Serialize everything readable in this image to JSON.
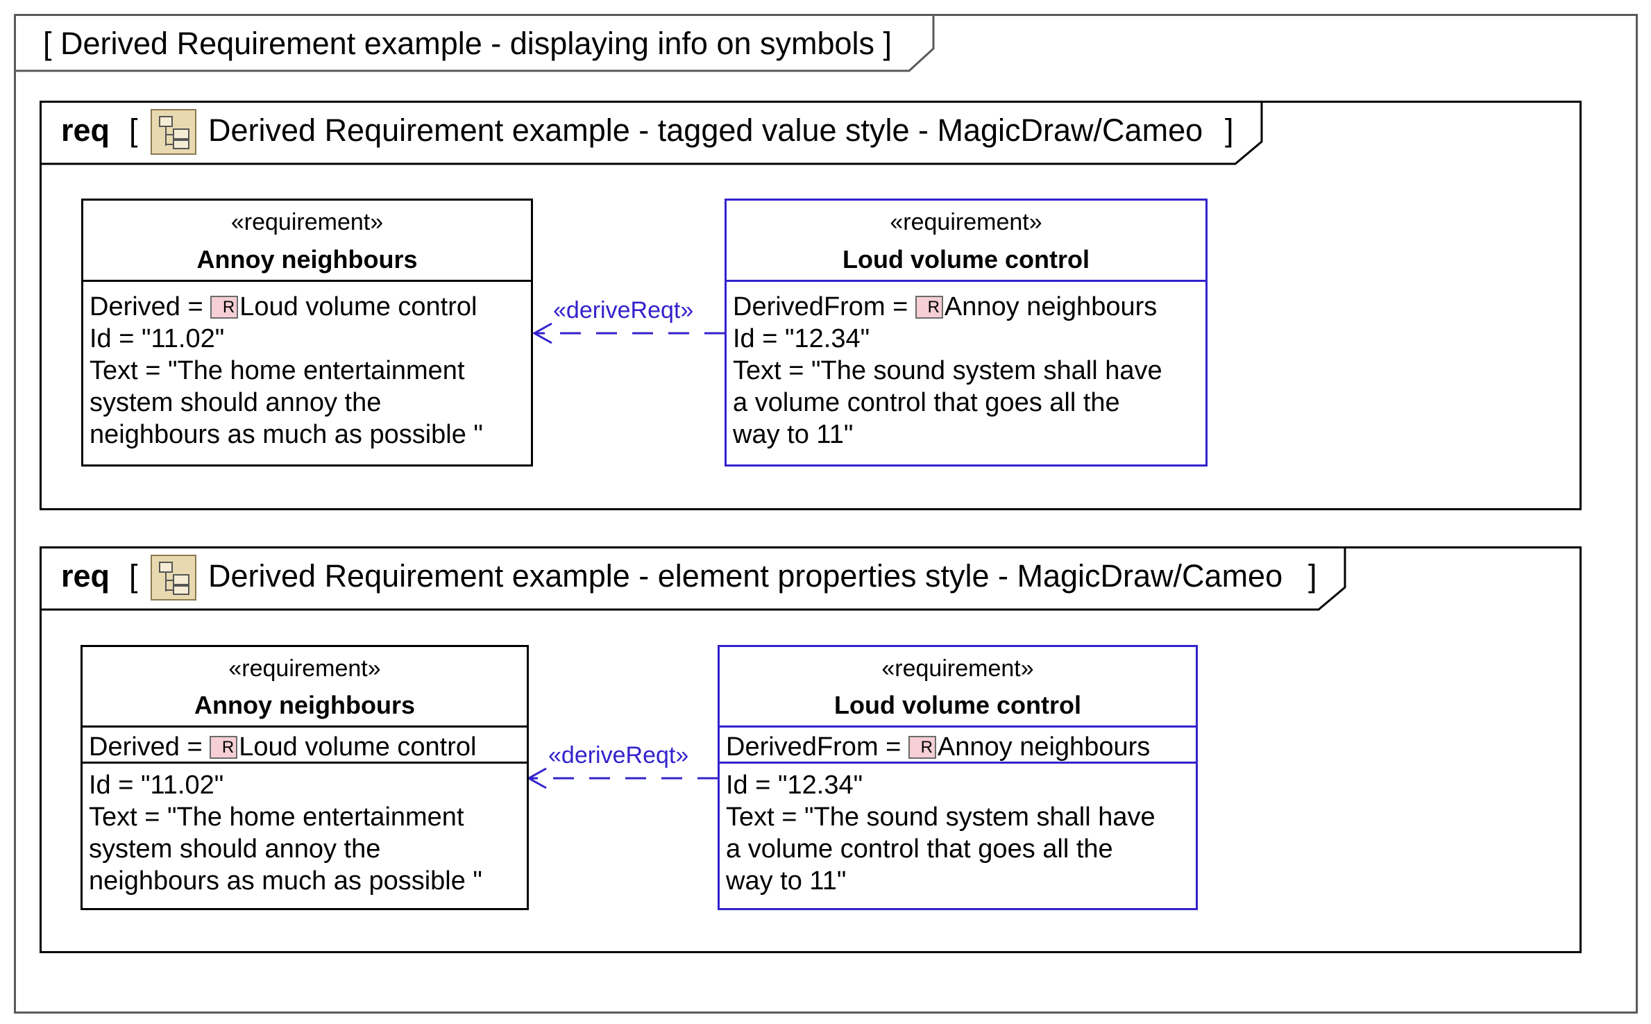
{
  "outer": {
    "title": "[ Derived Requirement example - displaying info on symbols ]"
  },
  "diagrams": [
    {
      "keyword": "req",
      "open_bracket": "[",
      "title": "Derived Requirement example - tagged value style - MagicDraw/Cameo",
      "close_bracket": "]",
      "icon": "diagram-icon",
      "left_req": {
        "stereotype": "«requirement»",
        "name": "Annoy neighbours",
        "derived_label": "Derived = ",
        "derived_value": "Loud volume control",
        "id_line": "Id = \"11.02\"",
        "text_lines": [
          "Text = \"The home entertainment",
          "system should annoy the",
          "neighbours as much as possible \""
        ]
      },
      "right_req": {
        "stereotype": "«requirement»",
        "name": "Loud volume control",
        "derived_label": "DerivedFrom = ",
        "derived_value": "Annoy neighbours",
        "id_line": "Id = \"12.34\"",
        "text_lines": [
          "Text = \"The sound system shall have",
          "a volume control that goes all the",
          "way to 11\""
        ]
      },
      "relation": "«deriveReqt»"
    },
    {
      "keyword": "req",
      "open_bracket": "[",
      "title": "Derived Requirement example - element properties style - MagicDraw/Cameo",
      "close_bracket": "]",
      "icon": "diagram-icon",
      "left_req": {
        "stereotype": "«requirement»",
        "name": "Annoy neighbours",
        "derived_label": "Derived = ",
        "derived_value": "Loud volume control",
        "id_line": "Id = \"11.02\"",
        "text_lines": [
          "Text = \"The home entertainment",
          "system should annoy the",
          "neighbours as much as possible \""
        ]
      },
      "right_req": {
        "stereotype": "«requirement»",
        "name": "Loud volume control",
        "derived_label": "DerivedFrom = ",
        "derived_value": "Annoy neighbours",
        "id_line": "Id = \"12.34\"",
        "text_lines": [
          "Text = \"The sound system shall have",
          "a volume control that goes all the",
          "way to 11\""
        ]
      },
      "relation": "«deriveReqt»"
    }
  ],
  "badge_letter": "R",
  "colors": {
    "relation": "#3322cc",
    "badge_fill": "#f5cfd5",
    "icon_fill": "#e8d9b0"
  }
}
